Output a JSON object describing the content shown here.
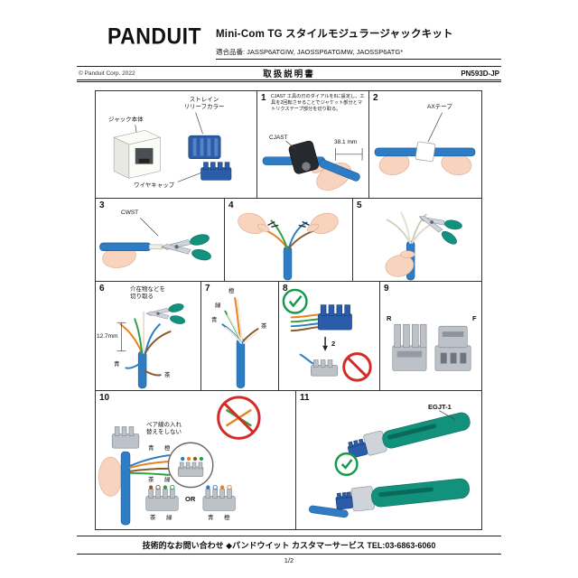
{
  "header": {
    "logo": "PANDUIT",
    "title": "Mini-Com TG スタイルモジュラージャックキット",
    "part_numbers": "適合品番: JASSP6ATGIW, JAOSSP6ATGMW, JAOSSP6ATG*",
    "copyright": "© Panduit Corp. 2022",
    "doc_type": "取扱説明書",
    "doc_code": "PN593D-JP"
  },
  "parts": {
    "label_collar": "ストレイン\nリリーフカラー",
    "label_jack": "ジャック本体",
    "label_cap": "ワイヤキャップ"
  },
  "steps": {
    "s1": {
      "num": "1",
      "note": "CJAST 工具の刃のダイアルを8に設定し、工具を2回転させることでジャケット部分とマトリクステープ部分を切り取る。",
      "tool": "CJAST",
      "dim": "38.1 mm"
    },
    "s2": {
      "num": "2",
      "label": "AXテープ"
    },
    "s3": {
      "num": "3",
      "label": "CWST"
    },
    "s4": {
      "num": "4"
    },
    "s5": {
      "num": "5"
    },
    "s6": {
      "num": "6",
      "note": "介在物などを\n切り取る",
      "dim": "12.7mm",
      "blue": "青",
      "brown": "茶"
    },
    "s7": {
      "num": "7",
      "orange": "橙",
      "green": "緑",
      "blue": "青",
      "brown": "茶"
    },
    "s8": {
      "num": "8",
      "count": "2"
    },
    "s9": {
      "num": "9",
      "rear": "R",
      "front": "F"
    },
    "s10": {
      "num": "10",
      "note": "ペア線の入れ\n替えをしない",
      "or": "OR",
      "mag_blue": "青",
      "mag_orange": "橙",
      "mag_brown": "茶",
      "mag_green": "緑",
      "left_brown": "茶",
      "left_green": "緑",
      "right_blue": "青",
      "right_orange": "橙"
    },
    "s11": {
      "num": "11",
      "label": "EGJT-1"
    }
  },
  "footer": {
    "contact": "技術的なお問い合わせ ◆パンドウイット カスタマーサービス TEL:03-6863-6060",
    "page": "1/2"
  },
  "colors": {
    "cable_blue": "#2e7cc3",
    "tool_green": "#12917c",
    "hand_pink": "#f8d3bd",
    "cap_navy": "#2a5ca8",
    "check_green": "#159a4a",
    "prohibit_red": "#d42a28",
    "wire_orange": "#e8821e",
    "wire_green": "#2f9e44",
    "wire_brown": "#8b5a2b"
  }
}
